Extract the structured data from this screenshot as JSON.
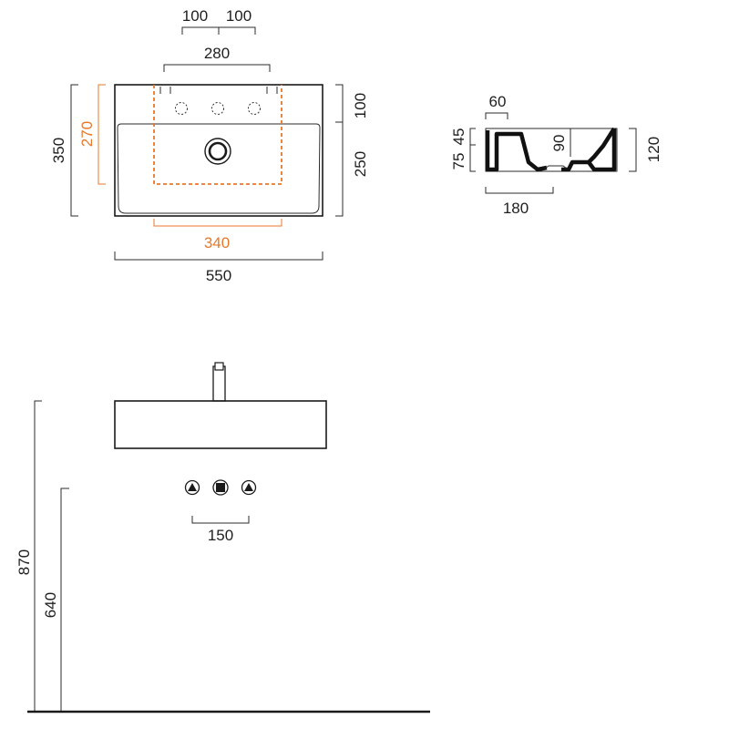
{
  "colors": {
    "line": "#2b2b2b",
    "accent_orange": "#e8782a",
    "background": "#ffffff"
  },
  "top_view": {
    "dims": {
      "tap_spacing_left": "100",
      "tap_spacing_right": "100",
      "tap_span": "280",
      "depth_total": "350",
      "depth_inner": "270",
      "depth_back": "100",
      "depth_front": "250",
      "inner_width": "340",
      "overall_width": "550"
    }
  },
  "section_view": {
    "dims": {
      "rim_width": "60",
      "upper_height": "45",
      "lower_height": "75",
      "bowl_depth": "90",
      "total_height": "120",
      "base_width": "180"
    }
  },
  "elevation_view": {
    "dims": {
      "rim_height": "870",
      "wall_outlet_height": "640",
      "outlet_spacing": "150"
    }
  }
}
